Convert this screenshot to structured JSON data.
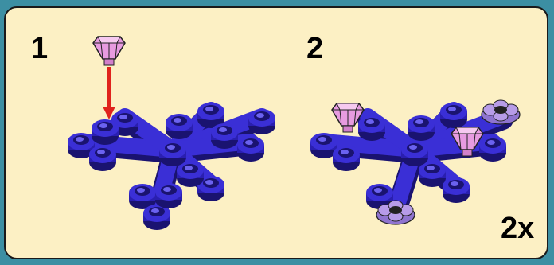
{
  "steps": [
    {
      "number": "1"
    },
    {
      "number": "2"
    }
  ],
  "multiplier": "2x",
  "colors": {
    "background": "#3c8fa3",
    "panel": "#fcf0c4",
    "plate": "#3a2fd6",
    "plate_dark": "#1a1370",
    "crystal": "#e79be0",
    "flower": "#b79ce8",
    "arrow": "#e0231c"
  }
}
